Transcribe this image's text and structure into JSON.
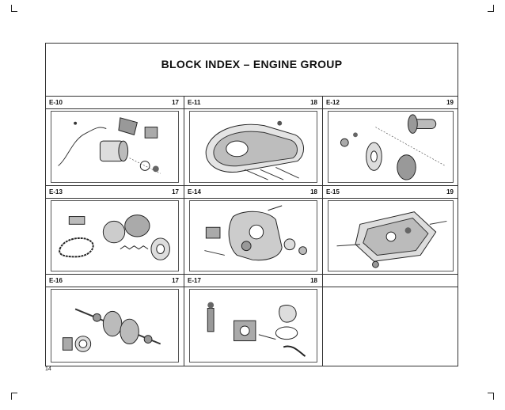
{
  "title": "BLOCK INDEX – ENGINE GROUP",
  "page_number": "14",
  "blocks": [
    {
      "code": "E-10",
      "page": "17"
    },
    {
      "code": "E-11",
      "page": "18"
    },
    {
      "code": "E-12",
      "page": "19"
    },
    {
      "code": "E-13",
      "page": "17"
    },
    {
      "code": "E-14",
      "page": "18"
    },
    {
      "code": "E-15",
      "page": "19"
    },
    {
      "code": "E-16",
      "page": "17"
    },
    {
      "code": "E-17",
      "page": "18"
    }
  ]
}
